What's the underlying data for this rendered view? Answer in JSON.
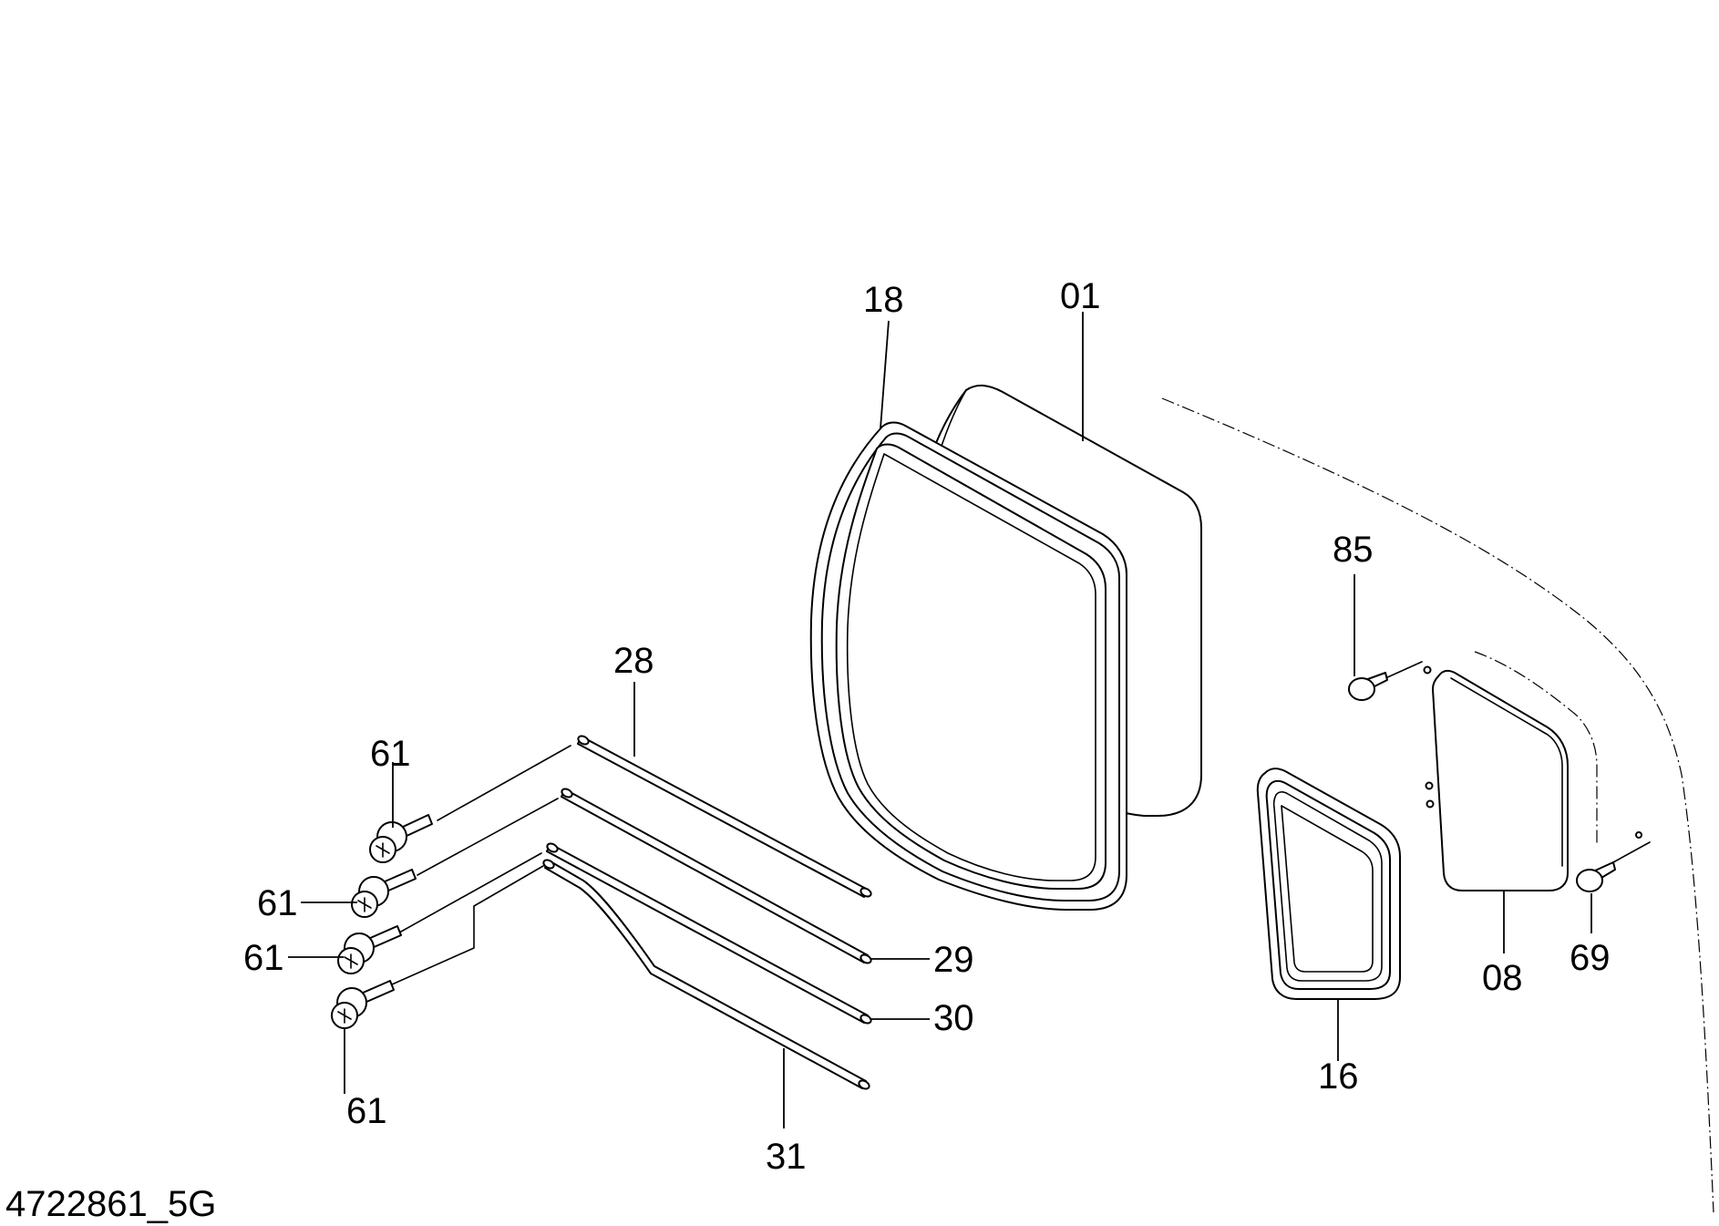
{
  "drawing_number": "4722861_5G",
  "callouts": {
    "c18": "18",
    "c01": "01",
    "c85": "85",
    "c28": "28",
    "c61a": "61",
    "c61b": "61",
    "c61c": "61",
    "c61d": "61",
    "c29": "29",
    "c30": "30",
    "c31": "31",
    "c16": "16",
    "c08": "08",
    "c69": "69"
  }
}
